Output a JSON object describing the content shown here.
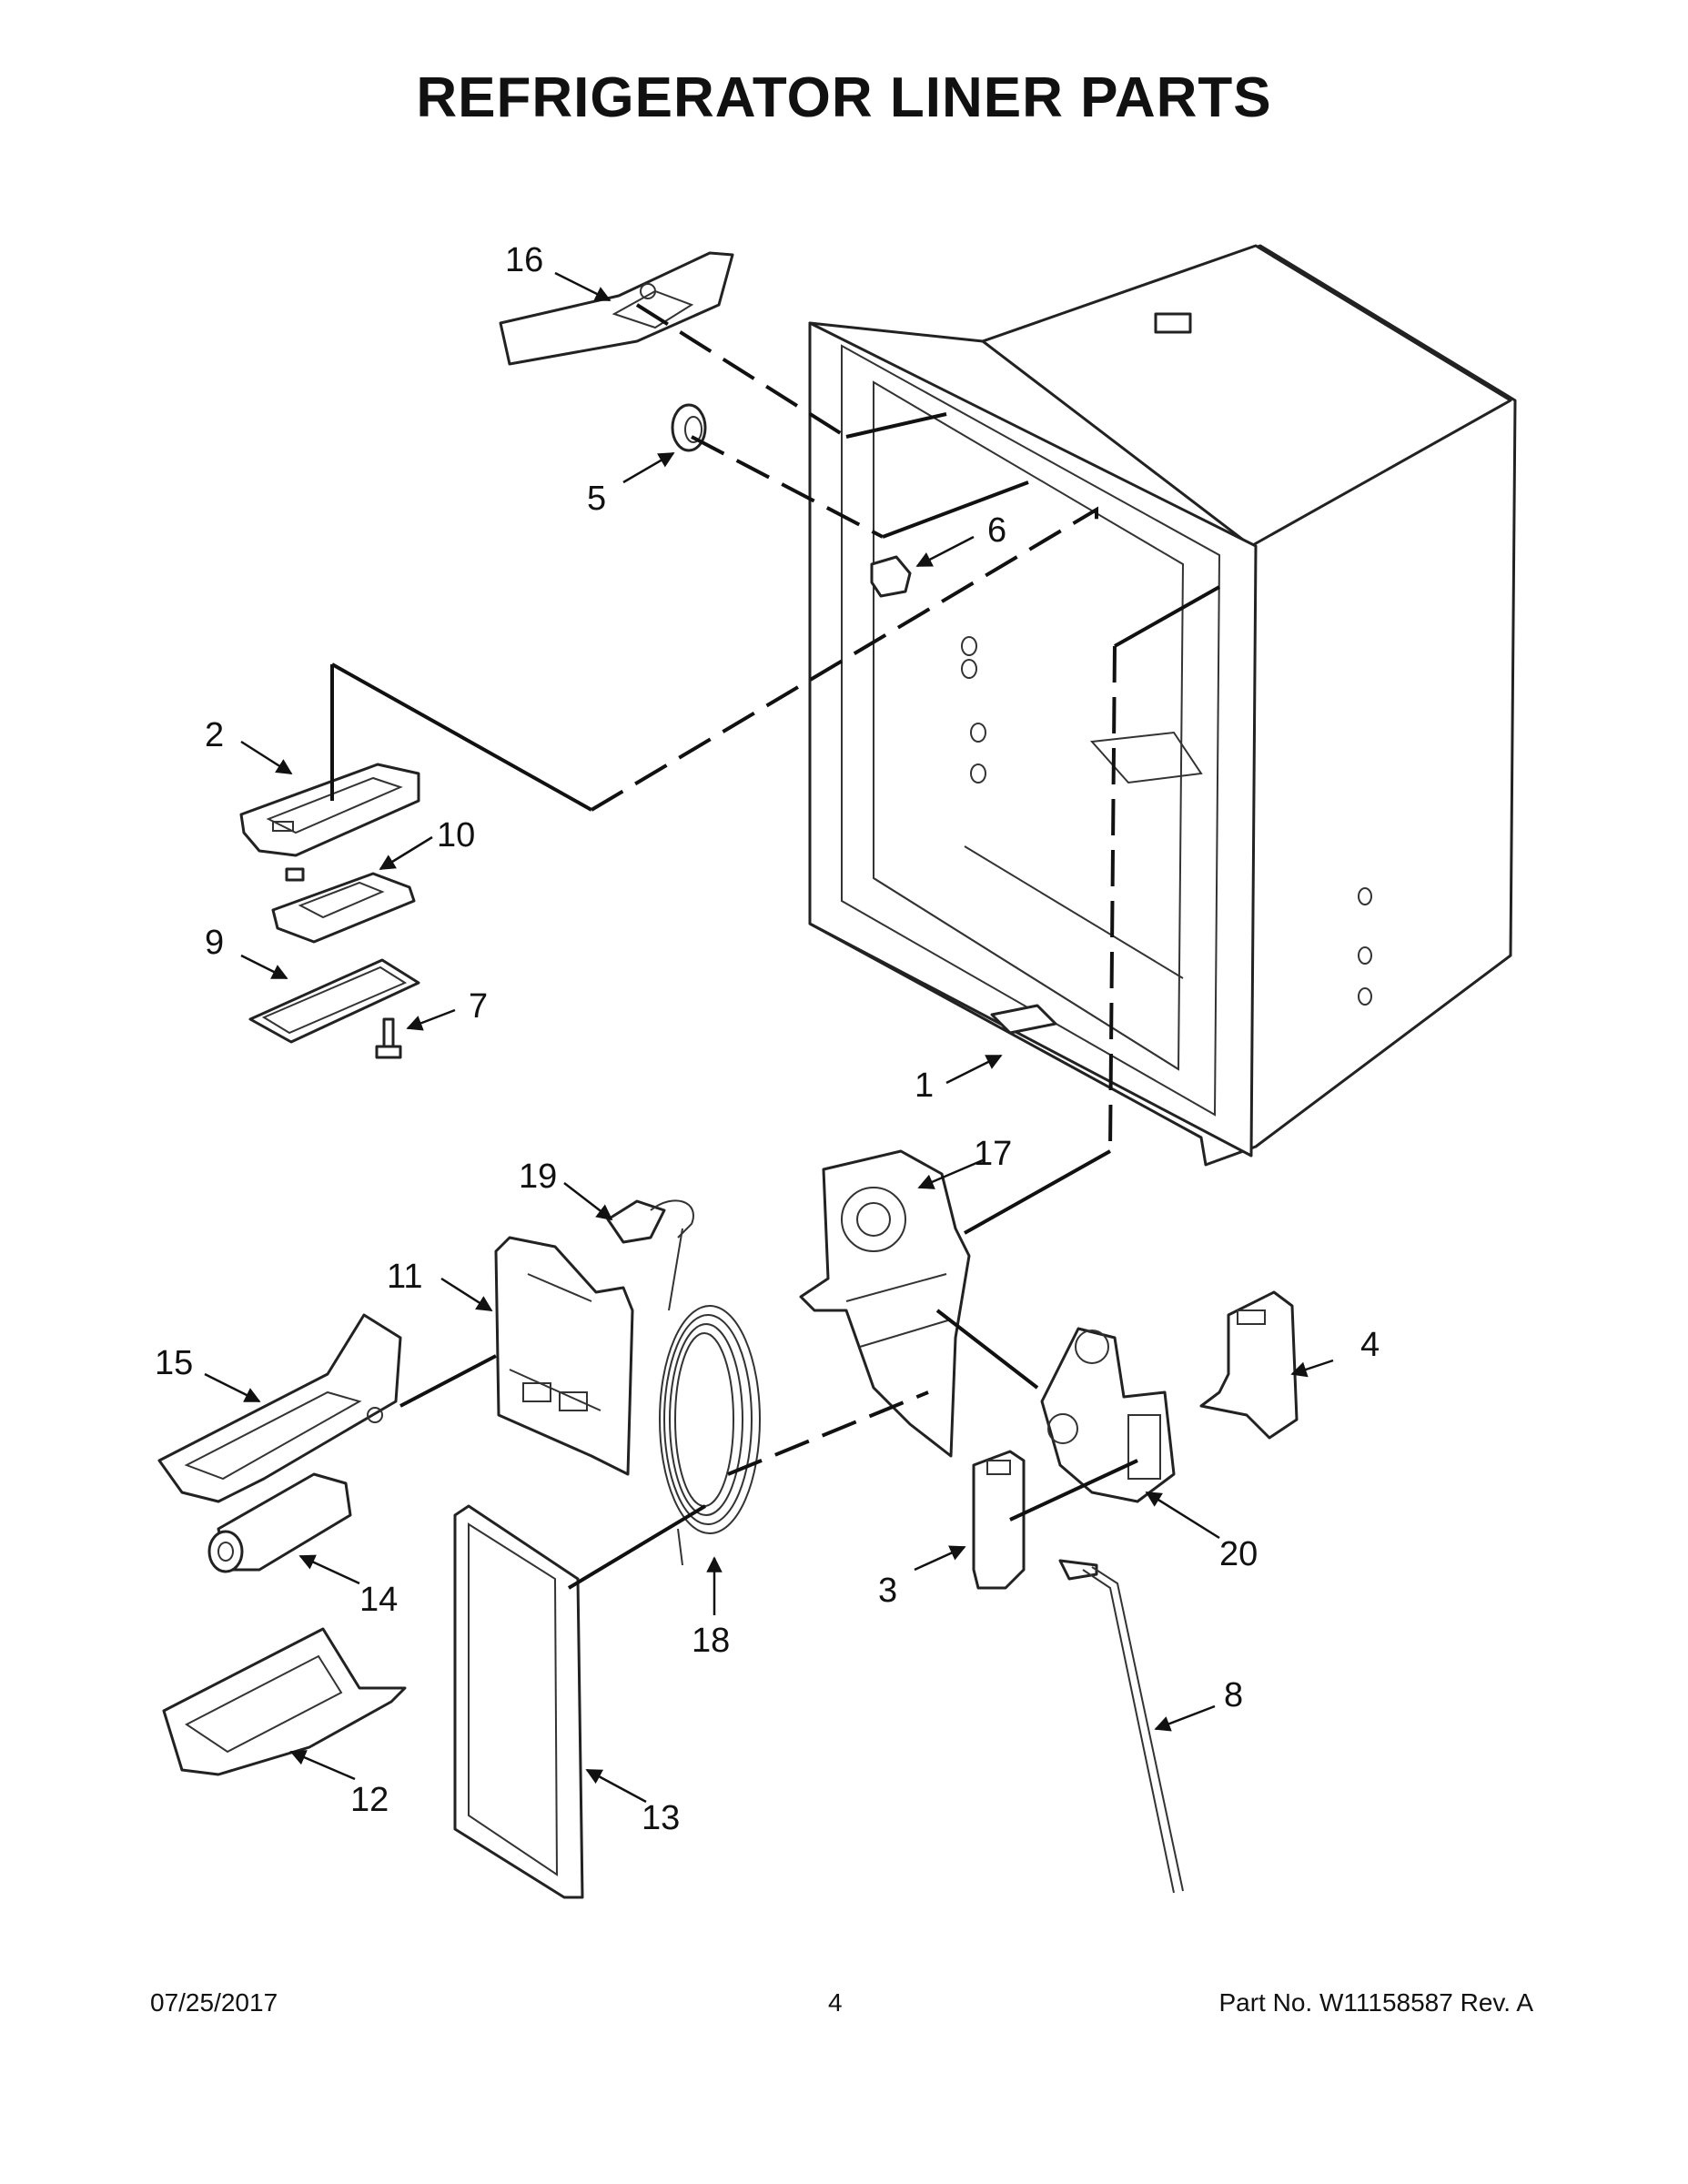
{
  "title": "REFRIGERATOR LINER PARTS",
  "callouts": [
    "1",
    "2",
    "3",
    "4",
    "5",
    "6",
    "7",
    "8",
    "9",
    "10",
    "11",
    "12",
    "13",
    "14",
    "15",
    "16",
    "17",
    "18",
    "19",
    "20"
  ],
  "footer": {
    "date": "07/25/2017",
    "page": "4",
    "part_info": "Part No.  W11158587  Rev.  A"
  }
}
